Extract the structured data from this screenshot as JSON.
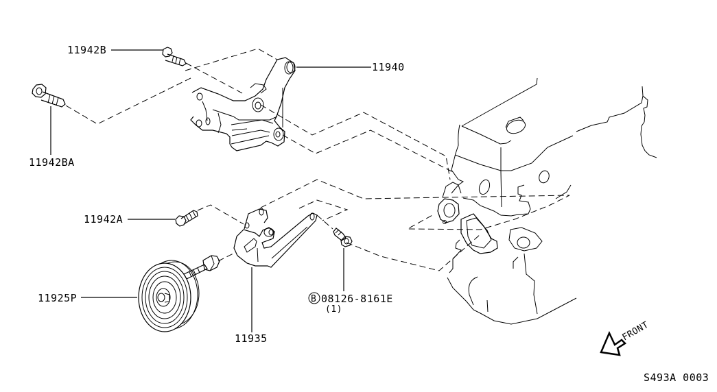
{
  "diagram": {
    "title": "Alternator / Idler Pulley Bracket Parts Diagram",
    "figure_code": "S493A 0003",
    "front_indicator": "FRONT",
    "part_labels": {
      "bolt_top": "11942B",
      "bracket_main": "11940",
      "bolt_left": "11942BA",
      "bolt_mid": "11942A",
      "pulley": "11925P",
      "idler_bracket": "11935",
      "std_bolt_marker": "B",
      "std_bolt": "08126-8161E",
      "std_bolt_qty": "(1)"
    },
    "colors": {
      "line": "#000000",
      "background": "#ffffff"
    }
  }
}
